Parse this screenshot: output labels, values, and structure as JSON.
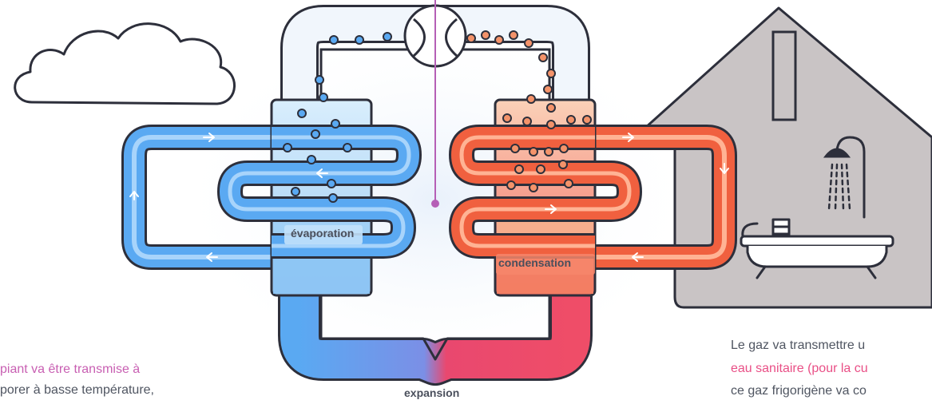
{
  "labels": {
    "evaporation": "évaporation",
    "condensation": "condensation",
    "expansion": "expansion"
  },
  "left_caption": {
    "line1": "piant va être transmise à",
    "line2": "porer à basse température,"
  },
  "right_caption": {
    "line1": "Le gaz va transmettre u",
    "line2": "eau sanitaire (pour la cu",
    "line3": "ce gaz frigorigène va co"
  },
  "colors": {
    "cold_loop": "#5aa9f2",
    "hot_loop": "#f0603f",
    "magenta_pointer": "#b55fb6",
    "house": "#c9c4c5",
    "outline": "#2d2f3b",
    "caption_highlight_left": "#c85fb2",
    "caption_highlight_right": "#e94f86"
  },
  "icons": [
    "cloud-icon",
    "compressor-icon",
    "house-icon",
    "shower-icon",
    "bathtub-icon"
  ]
}
